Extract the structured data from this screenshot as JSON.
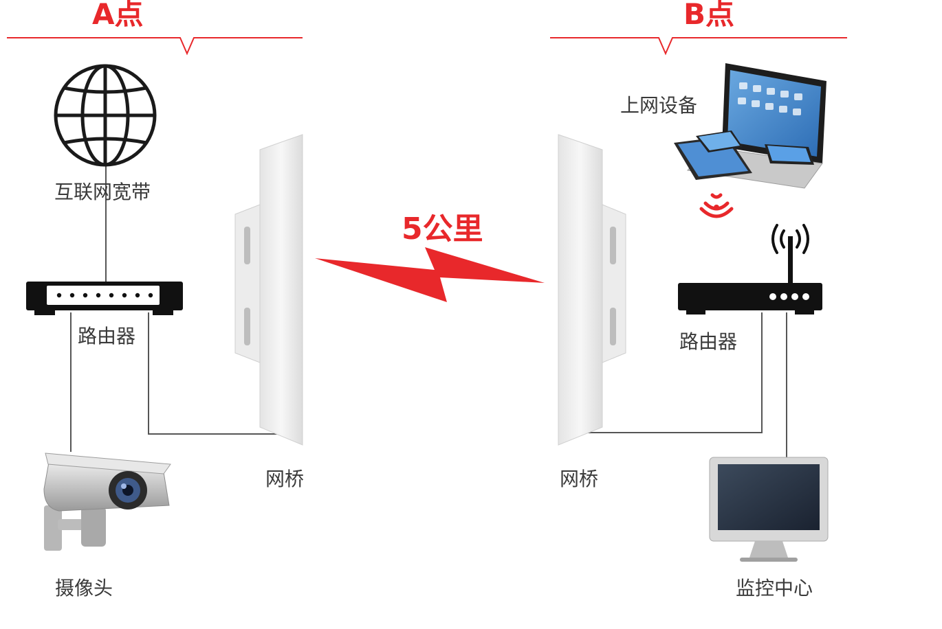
{
  "sites": {
    "a": "A点",
    "b": "B点"
  },
  "distance": "5公里",
  "labels": {
    "internet": "互联网宽带",
    "router_a": "路由器",
    "router_b": "路由器",
    "bridge_a": "网桥",
    "bridge_b": "网桥",
    "camera": "摄像头",
    "devices": "上网设备",
    "monitor": "监控中心"
  },
  "colors": {
    "accent": "#e8282b",
    "line": "#555555",
    "device": "#111111"
  },
  "icons": [
    "globe-icon",
    "router-icon",
    "bridge-antenna-icon",
    "lightning-link-icon",
    "camera-icon",
    "laptop-tablet-phone-icon",
    "wifi-signal-icon",
    "monitor-icon"
  ]
}
